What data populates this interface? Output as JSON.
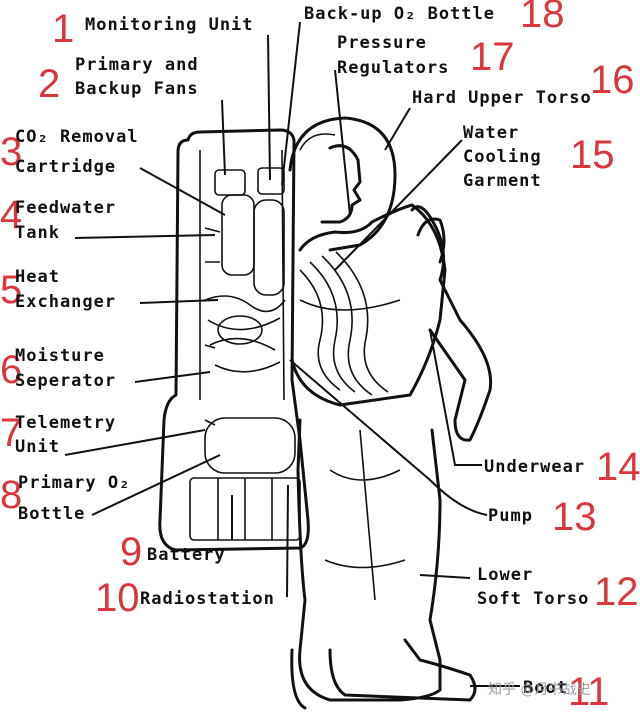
{
  "labels": [
    {
      "number": "1",
      "lines": [
        "Monitoring Unit"
      ]
    },
    {
      "number": "2",
      "lines": [
        "Primary and",
        "Backup Fans"
      ]
    },
    {
      "number": "3",
      "lines": [
        "CO₂ Removal",
        "Cartridge"
      ]
    },
    {
      "number": "4",
      "lines": [
        "Feedwater",
        "Tank"
      ]
    },
    {
      "number": "5",
      "lines": [
        "Heat",
        "Exchanger"
      ]
    },
    {
      "number": "6",
      "lines": [
        "Moisture",
        "Seperator"
      ]
    },
    {
      "number": "7",
      "lines": [
        "Telemetry",
        "Unit"
      ]
    },
    {
      "number": "8",
      "lines": [
        "Primary O₂",
        "Bottle"
      ]
    },
    {
      "number": "9",
      "lines": [
        "Battery"
      ]
    },
    {
      "number": "10",
      "lines": [
        "Radiostation"
      ]
    },
    {
      "number": "11",
      "lines": [
        "Boot"
      ]
    },
    {
      "number": "12",
      "lines": [
        "Lower",
        "Soft Torso"
      ]
    },
    {
      "number": "13",
      "lines": [
        "Pump"
      ]
    },
    {
      "number": "14",
      "lines": [
        "Underwear"
      ]
    },
    {
      "number": "15",
      "lines": [
        "Water",
        "Cooling",
        "Garment"
      ]
    },
    {
      "number": "16",
      "lines": [
        "Hard Upper Torso"
      ]
    },
    {
      "number": "17",
      "lines": [
        "Pressure",
        "Regulators"
      ]
    },
    {
      "number": "18",
      "lines": [
        "Back-up O₂ Bottle"
      ]
    }
  ],
  "watermark": "知乎 @月书战史"
}
